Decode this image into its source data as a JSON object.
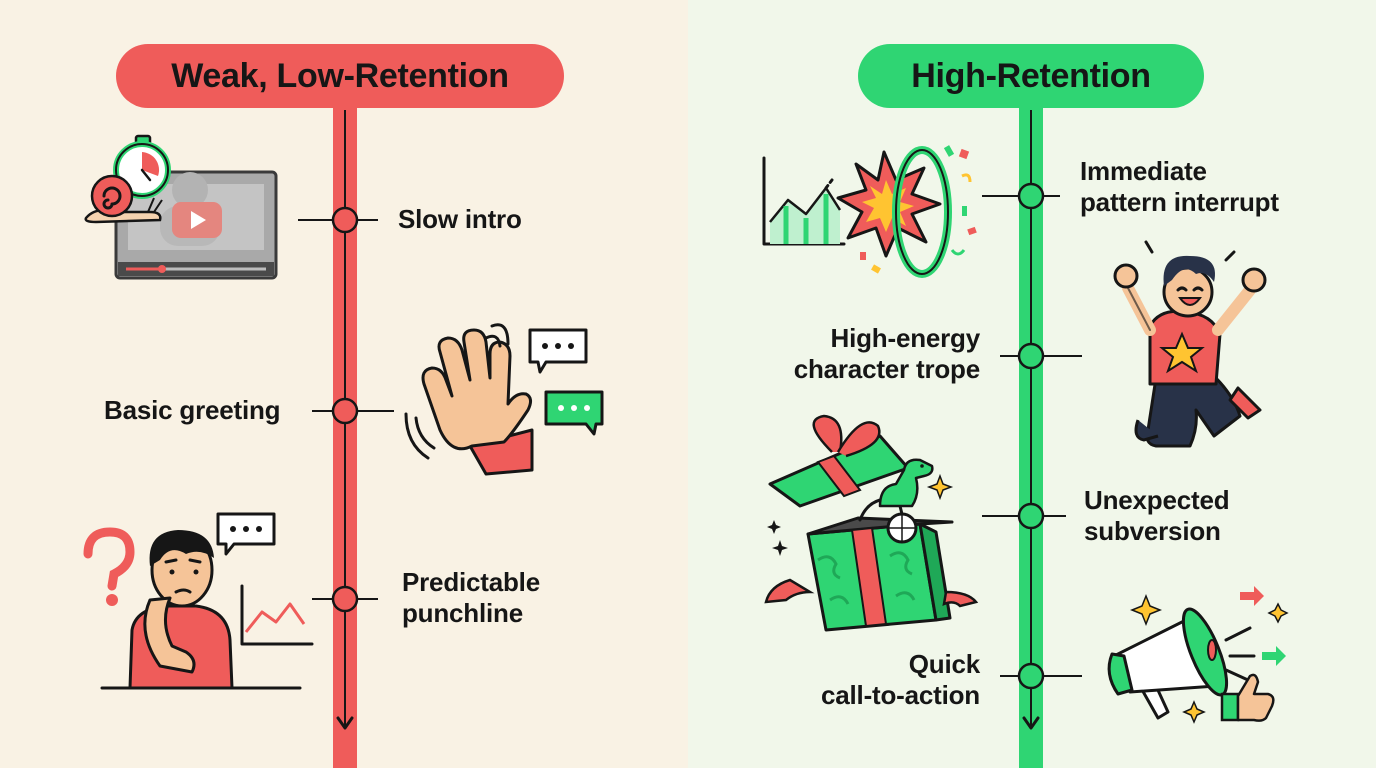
{
  "left": {
    "title": "Weak, Low-Retention",
    "items": [
      {
        "lines": [
          "Slow intro"
        ]
      },
      {
        "lines": [
          "Basic greeting"
        ]
      },
      {
        "lines": [
          "Predictable",
          "punchline"
        ]
      }
    ]
  },
  "right": {
    "title": "High-Retention",
    "items": [
      {
        "lines": [
          "Immediate",
          "pattern interrupt"
        ]
      },
      {
        "lines": [
          "High-energy",
          "character trope"
        ]
      },
      {
        "lines": [
          "Unexpected",
          "subversion"
        ]
      },
      {
        "lines": [
          "Quick",
          "call-to-action"
        ]
      }
    ]
  },
  "colors": {
    "weak_accent": "#ef5c5a",
    "strong_accent": "#2fd573",
    "weak_bg": "#f9f2e4",
    "strong_bg": "#f1f7ea",
    "text": "#161616"
  },
  "icons": [
    "snail-icon",
    "stopwatch-icon",
    "video-player-icon",
    "play-icon",
    "waving-hand-icon",
    "speech-bubble-icon",
    "confused-person-icon",
    "question-mark-icon",
    "line-chart-icon",
    "explosion-icon",
    "hoop-icon",
    "jumping-person-icon",
    "gift-box-icon",
    "dinosaur-icon",
    "unicycle-icon",
    "megaphone-icon",
    "thumbs-up-icon",
    "arrow-icon",
    "sparkle-icon"
  ]
}
